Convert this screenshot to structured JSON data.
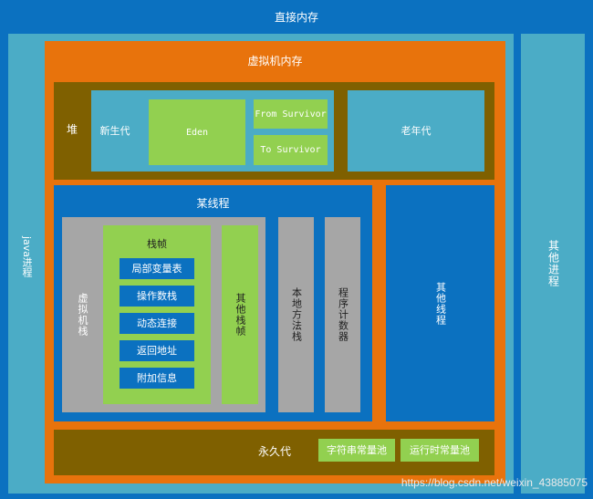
{
  "direct_memory": "直接内存",
  "java_process": "java进程",
  "other_process": "其他进程",
  "vm_memory": "虚拟机内存",
  "heap": {
    "label": "堆",
    "young_gen": "新生代",
    "eden": "Eden",
    "from_survivor": "From Survivor",
    "to_survivor": "To Survivor",
    "old_gen": "老年代"
  },
  "thread": {
    "label": "某线程",
    "vm_stack": "虚拟机栈",
    "frame": {
      "label": "栈帧",
      "items": [
        "局部变量表",
        "操作数栈",
        "动态连接",
        "返回地址",
        "附加信息"
      ]
    },
    "other_frames": "其他栈帧",
    "native_stack": "本地方法栈",
    "pc_register": "程序计数器"
  },
  "other_threads": "其他线程",
  "perm_gen": {
    "label": "永久代",
    "string_pool": "字符串常量池",
    "runtime_pool": "运行时常量池"
  },
  "watermark": "https://blog.csdn.net/weixin_43885075",
  "colors": {
    "direct": "#0b71c0",
    "java": "#4bacc6",
    "vm": "#e8730c",
    "heap": "#7f6000",
    "green": "#92d050",
    "gray": "#a6a6a6"
  }
}
